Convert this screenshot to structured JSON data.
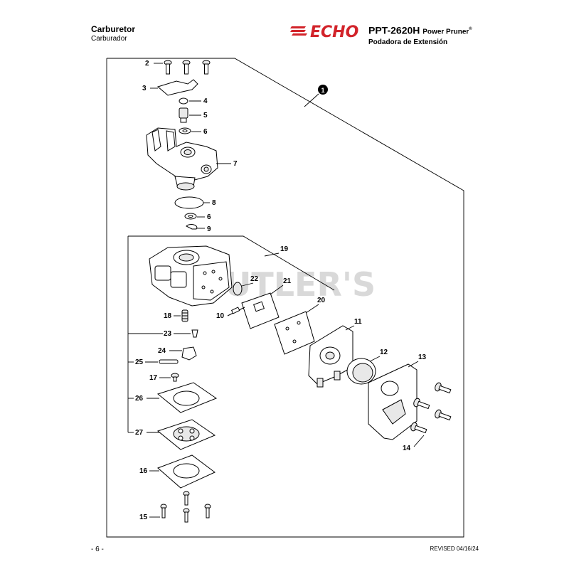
{
  "header": {
    "title": "Carburetor",
    "subtitle": "Carburador",
    "brand": "ECHO",
    "model": "PPT-2620H",
    "product_name": "Power Pruner",
    "registered_mark": "®",
    "product_name_es": "Podadora de Extensión"
  },
  "watermark": "UTLER'S",
  "callouts": {
    "assembly": "1",
    "c2": "2",
    "c3": "3",
    "c4": "4",
    "c5": "5",
    "c6a": "6",
    "c7": "7",
    "c8": "8",
    "c6b": "6",
    "c9": "9",
    "c19": "19",
    "c22": "22",
    "c21": "21",
    "c20": "20",
    "c18": "18",
    "c10": "10",
    "c23": "23",
    "c11": "11",
    "c24": "24",
    "c12": "12",
    "c25": "25",
    "c13": "13",
    "c17": "17",
    "c26": "26",
    "c27": "27",
    "c14": "14",
    "c16": "16",
    "c15": "15"
  },
  "footer": {
    "page": "- 6 -",
    "revised": "REVISED 04/16/24"
  },
  "colors": {
    "brand_red": "#d2232a",
    "line": "#000000",
    "watermark": "#d9d9d9"
  }
}
